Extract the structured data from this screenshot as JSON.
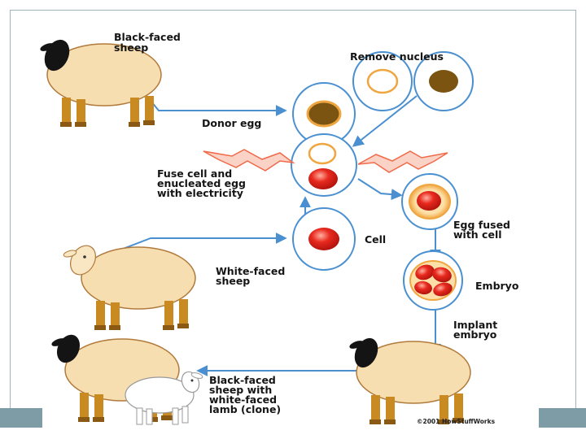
{
  "labels": {
    "black_faced_sheep": [
      "Black-faced",
      "sheep"
    ],
    "remove_nucleus": "Remove nucleus",
    "donor_egg": "Donor egg",
    "fuse": [
      "Fuse cell and",
      "enucleated egg",
      "with electricity"
    ],
    "cell": "Cell",
    "egg_fused": [
      "Egg fused",
      "with cell"
    ],
    "white_faced_sheep": [
      "White-faced",
      "sheep"
    ],
    "embryo": "Embryo",
    "implant": [
      "Implant",
      "embryo"
    ],
    "clone": [
      "Black-faced",
      "sheep with",
      "white-faced",
      "lamb (clone)"
    ],
    "copyright": "©2001 HowStuffWorks"
  },
  "icons": {
    "sheep": "sheep-icon",
    "lamb": "lamb-icon",
    "lightning": "lightning-bolt-icon",
    "egg": "egg-cell-icon",
    "nucleus": "nucleus-icon"
  },
  "colors": {
    "background": "#ffffff",
    "frame_bar": "#7e9ca6",
    "arrow": "#4a90d0",
    "wool": "#f7deb0",
    "wool_outline": "#b07a3c",
    "black_face": "#141414",
    "legs": "#c98a22",
    "egg_ring": "#f0a640",
    "nucleus": "#7a5410",
    "cell_red": "#e2231a",
    "lightning": "#f06a4a"
  }
}
